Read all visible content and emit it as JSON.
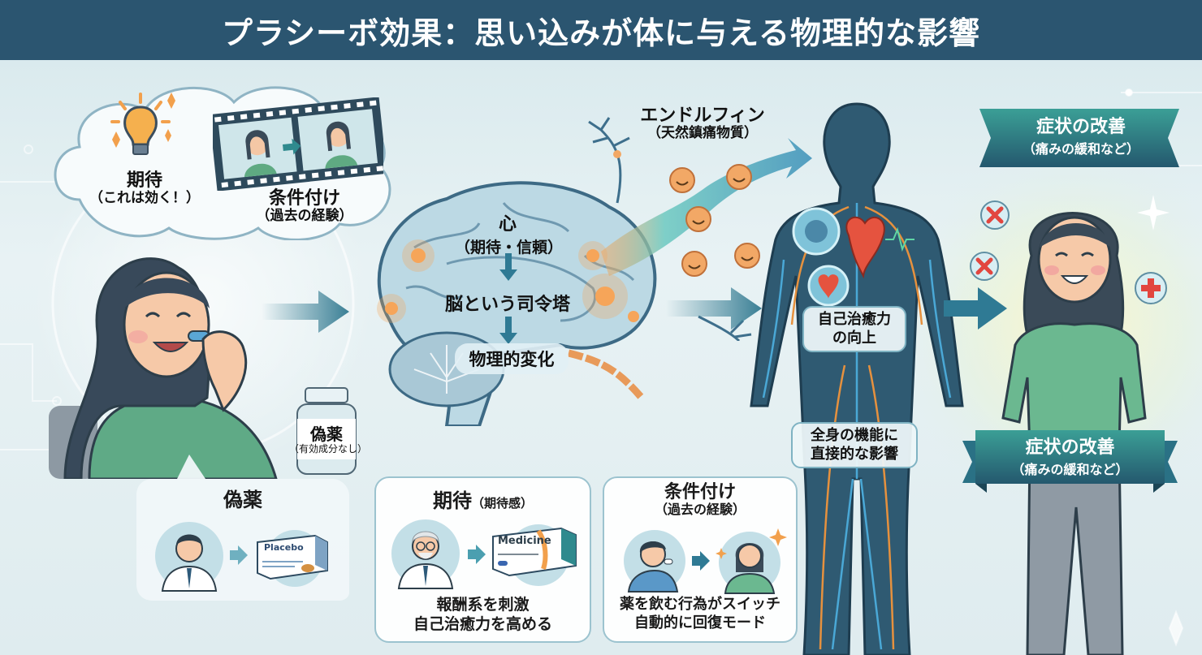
{
  "title": "プラシーボ効果：思い込みが体に与える物理的な影響",
  "colors": {
    "title_bg": "#2b5570",
    "arrow": "#3a7f95",
    "banner_teal": "#2f8a8e",
    "banner_dark": "#24586e",
    "body_silhouette": "#2f5a72",
    "accent_orange": "#f2a04c",
    "red_x": "#e2463f"
  },
  "thought_cloud": {
    "expectation": {
      "icon": "lightbulb-icon",
      "label": "期待",
      "sub": "（これは効く！）"
    },
    "conditioning": {
      "icon": "film-strip-icon",
      "label": "条件付け",
      "sub": "（過去の経験）"
    }
  },
  "person_left": {
    "pill_bottle": {
      "label": "偽薬",
      "sub": "（有効成分なし）"
    }
  },
  "brain": {
    "mind": {
      "label": "心",
      "sub": "（期待・信頼）"
    },
    "command": "脳という司令塔",
    "change": "物理的変化"
  },
  "endorphin": {
    "label": "エンドルフィン",
    "sub": "（天然鎮痛物質）"
  },
  "body": {
    "self_healing": [
      "自己治癒力",
      "の向上"
    ],
    "whole_body": [
      "全身の機能に",
      "直接的な影響"
    ]
  },
  "result": {
    "banner_top": {
      "label": "症状の改善",
      "sub": "（痛みの緩和など）"
    },
    "banner_bottom": {
      "label": "症状の改善",
      "sub": "（痛みの緩和など）"
    }
  },
  "panels": {
    "placebo": {
      "title": "偽薬",
      "box_label": "Placebo"
    },
    "expectation": {
      "title": "期待",
      "title_sub": "（期待感）",
      "box_label": "Medicine",
      "footer": [
        "報酬系を刺激",
        "自己治癒力を高める"
      ]
    },
    "conditioning": {
      "title": "条件付け",
      "title_sub": "（過去の経験）",
      "footer": [
        "薬を飲む行為がスイッチ",
        "自動的に回復モード"
      ]
    }
  }
}
